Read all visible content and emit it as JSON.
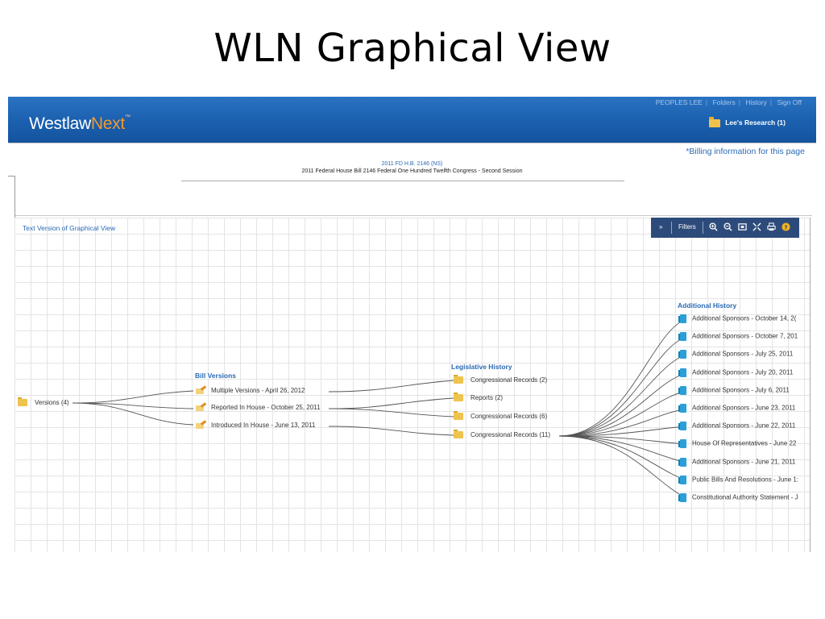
{
  "slide_title": "WLN Graphical View",
  "brand": {
    "westlaw": "Westlaw",
    "next": "Next",
    "tm": "™"
  },
  "topnav": [
    "PEOPLES LEE",
    "Folders",
    "History",
    "Sign Off"
  ],
  "research_folder": "Lee's Research (1)",
  "billing": "*Billing information for this page",
  "document": {
    "citation": "2011 FD H.B. 2146 (NS)",
    "title": "2011 Federal House Bill 2146 Federal One Hundred Twelfth Congress - Second Session"
  },
  "text_version_link": "Text Version of Graphical View",
  "toolbar": {
    "expand": "»",
    "filters": "Filters"
  },
  "left_expander": "»",
  "graph": {
    "root": "Versions (4)",
    "bill_versions": {
      "heading": "Bill Versions",
      "items": [
        "Multiple Versions - April 26, 2012",
        "Reported In House - October 25, 2011",
        "Introduced In House - June 13, 2011"
      ]
    },
    "legislative_history": {
      "heading": "Legislative History",
      "items": [
        "Congressional Records (2)",
        "Reports (2)",
        "Congressional Records (6)",
        "Congressional Records (11)"
      ]
    },
    "additional_history": {
      "heading": "Additional History",
      "items": [
        "Additional Sponsors - October 14, 2(",
        "Additional Sponsors - October 7, 201",
        "Additional Sponsors - July 25, 2011",
        "Additional Sponsors - July 20, 2011",
        "Additional Sponsors - July 6, 2011",
        "Additional Sponsors - June 23, 2011",
        "Additional Sponsors - June 22, 2011",
        "House Of Representatives - June 22",
        "Additional Sponsors - June 21, 2011",
        "Public Bills And Resolutions - June 1:",
        "Constitutional Authority Statement - J"
      ]
    }
  }
}
